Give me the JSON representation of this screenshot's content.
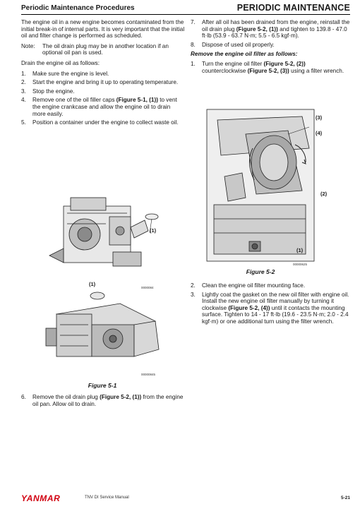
{
  "header": {
    "left_title": "Periodic Maintenance Procedures",
    "right_title": "PERIODIC MAINTENANCE"
  },
  "left": {
    "intro": "The engine oil in a new engine becomes contaminated from the initial break-in of internal parts. It is very important that the initial oil and filter change is performed as scheduled.",
    "note_label": "Note:",
    "note_text": "The oil drain plug may be in another location if an optional oil pan is used.",
    "drain_heading": "Drain the engine oil as follows:",
    "steps": [
      {
        "num": "1.",
        "text": "Make sure the engine is level."
      },
      {
        "num": "2.",
        "text": "Start the engine and bring it up to operating temperature."
      },
      {
        "num": "3.",
        "text": "Stop the engine."
      },
      {
        "num": "4.",
        "pre": "Remove one of the oil filler caps ",
        "bold": "(Figure 5-1, (1))",
        "post": " to vent the engine crankcase and allow the engine oil to drain more easily."
      },
      {
        "num": "5.",
        "text": "Position a container under the engine to collect waste oil."
      }
    ],
    "figure1": {
      "callout_top": "(1)",
      "callout_bottom": "(1)",
      "id_top": "0000084",
      "id_bottom": "00000845",
      "caption": "Figure 5-1"
    },
    "step6": {
      "num": "6.",
      "pre": "Remove the oil drain plug ",
      "bold": "(Figure 5-2, (1))",
      "post": " from the engine oil pan. Allow oil to drain."
    }
  },
  "right": {
    "step7": {
      "num": "7.",
      "pre": "After all oil has been drained from the engine, reinstall the oil drain plug ",
      "bold": "(Figure 5-2, (1))",
      "post": " and tighten to 139.8 - 47.0 ft·lb (53.9 - 63.7 N·m; 5.5 - 6.5 kgf·m)."
    },
    "step8": {
      "num": "8.",
      "text": "Dispose of used oil properly."
    },
    "filter_heading": "Remove the engine oil filter as follows:",
    "fstep1": {
      "num": "1.",
      "pre": "Turn the engine oil filter ",
      "bold1": "(Figure 5-2, (2))",
      "mid": " counterclockwise ",
      "bold2": "(Figure 5-2, (3))",
      "post": " using a filter wrench."
    },
    "figure2": {
      "callout_3": "(3)",
      "callout_4": "(4)",
      "callout_2": "(2)",
      "callout_1": "(1)",
      "id": "00000625",
      "caption": "Figure 5-2"
    },
    "fstep2": {
      "num": "2.",
      "text": "Clean the engine oil filter mounting face."
    },
    "fstep3": {
      "num": "3.",
      "pre": "Lightly coat the gasket on the new oil filter with engine oil. Install the new engine oil filter manually by turning it clockwise ",
      "bold": "(Figure 5-2, (4))",
      "post": " until it contacts the mounting surface. Tighten to 14 - 17 ft·lb (19.6 - 23.5 N·m; 2.0 - 2.4 kgf·m) or one additional turn using the filter wrench."
    }
  },
  "footer": {
    "brand": "YANMAR",
    "brand_color": "#d10010",
    "manual": "TNV DI Service Manual",
    "page": "5-21"
  }
}
